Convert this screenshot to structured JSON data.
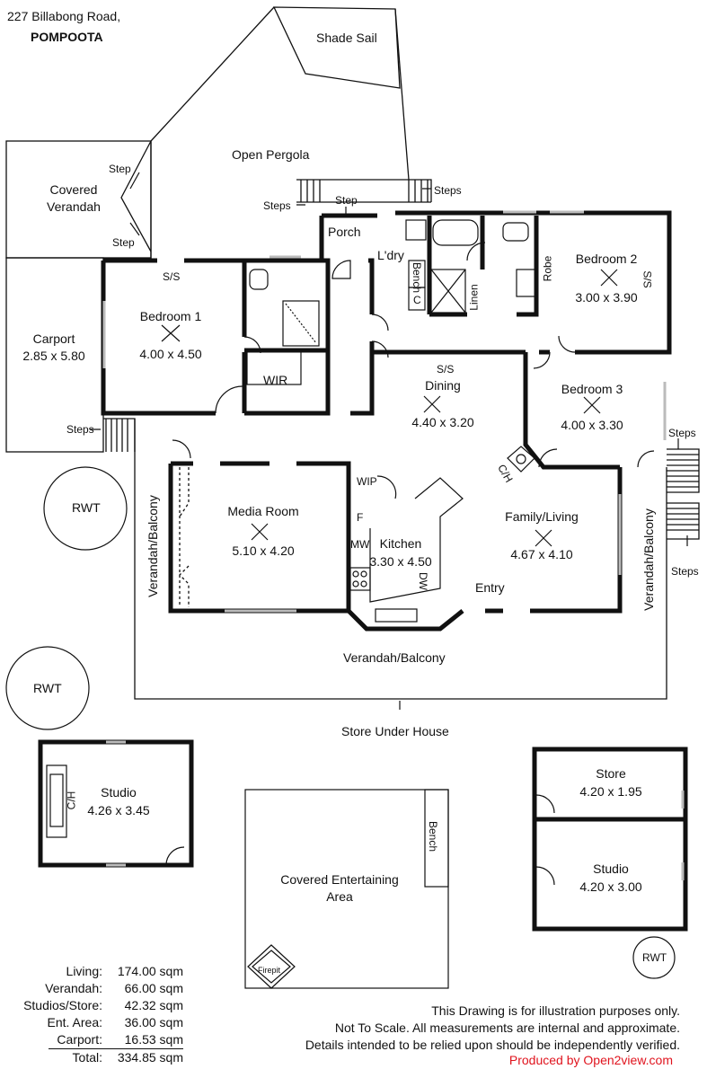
{
  "address": {
    "line1": "227 Billabong Road,",
    "line2": "POMPOOTA"
  },
  "rooms": {
    "shade_sail": "Shade Sail",
    "open_pergola": "Open Pergola",
    "covered_verandah_1": "Covered",
    "covered_verandah_2": "Verandah",
    "carport_name": "Carport",
    "carport_dim": "2.85 x 5.80",
    "porch": "Porch",
    "laundry": "L'dry",
    "bench": "Bench",
    "cupboard": "C",
    "linen": "Linen",
    "robe": "Robe",
    "bed1_name": "Bedroom 1",
    "bed1_dim": "4.00 x 4.50",
    "bed2_name": "Bedroom 2",
    "bed2_dim": "3.00 x 3.90",
    "bed3_name": "Bedroom 3",
    "bed3_dim": "4.00 x 3.30",
    "wir": "WIR",
    "dining_name": "Dining",
    "dining_dim": "4.40 x 3.20",
    "media_name": "Media Room",
    "media_dim": "5.10 x 4.20",
    "wip": "WIP",
    "fridge": "F",
    "microwave": "MW",
    "dishwasher": "DW",
    "kitchen_name": "Kitchen",
    "kitchen_dim": "3.30 x 4.50",
    "family_name": "Family/Living",
    "family_dim": "4.67 x 4.10",
    "entry": "Entry",
    "verandah_balcony": "Verandah/Balcony",
    "store_under_house": "Store Under House",
    "rwt": "RWT",
    "studio1_name": "Studio",
    "studio1_dim": "4.26 x 3.45",
    "ch": "C/H",
    "ent_area_1": "Covered Entertaining",
    "ent_area_2": "Area",
    "firepit": "Firepit",
    "store_name": "Store",
    "store_dim": "4.20 x 1.95",
    "studio2_name": "Studio",
    "studio2_dim": "4.20 x 3.00",
    "steps": "Steps",
    "step": "Step",
    "ss": "S/S"
  },
  "areas": [
    {
      "label": "Living:",
      "value": "174.00 sqm"
    },
    {
      "label": "Verandah:",
      "value": "66.00 sqm"
    },
    {
      "label": "Studios/Store:",
      "value": "42.32 sqm"
    },
    {
      "label": "Ent. Area:",
      "value": "36.00 sqm"
    },
    {
      "label": "Carport:",
      "value": "16.53 sqm"
    },
    {
      "label": "Total:",
      "value": "334.85 sqm"
    }
  ],
  "disclaimer": {
    "line1": "This Drawing is for illustration purposes only.",
    "line2": "Not To Scale. All measurements are internal and approximate.",
    "line3": "Details intended to be relied upon should be independently verified."
  },
  "credit": "Produced by Open2view.com",
  "colors": {
    "credit": "#e0141e",
    "wall": "#111111"
  }
}
